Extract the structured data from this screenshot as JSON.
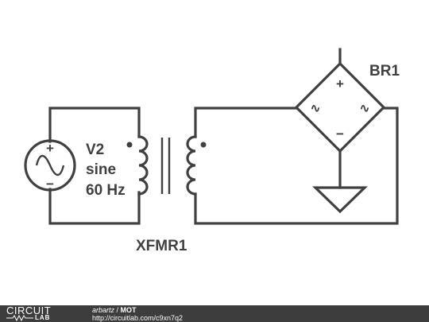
{
  "schematic": {
    "source": {
      "name": "V2",
      "type": "sine",
      "frequency": "60 Hz"
    },
    "transformer": {
      "name": "XFMR1"
    },
    "bridge": {
      "name": "BR1",
      "plus": "+",
      "minus": "−",
      "ac_symbol": "∿"
    },
    "source_plus": "+",
    "source_minus": "−"
  },
  "footer": {
    "logo_top": "CIRCUIT",
    "logo_bottom": "LAB",
    "author": "arbartz",
    "separator": " / ",
    "title": "MOT",
    "url": "http://circuitlab.com/c9xn7q2"
  },
  "colors": {
    "line": "#404040",
    "footer_bg": "#3d3d3d",
    "footer_text": "#ffffff"
  }
}
